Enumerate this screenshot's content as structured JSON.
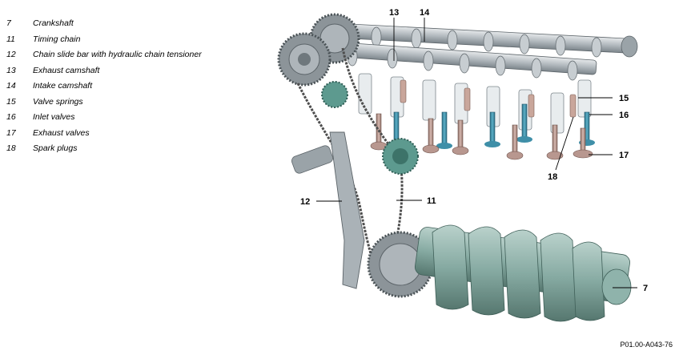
{
  "legend": [
    {
      "num": "7",
      "label": "Crankshaft"
    },
    {
      "num": "11",
      "label": "Timing chain"
    },
    {
      "num": "12",
      "label": "Chain slide bar with hydraulic chain tensioner"
    },
    {
      "num": "13",
      "label": "Exhaust camshaft"
    },
    {
      "num": "14",
      "label": "Intake camshaft"
    },
    {
      "num": "15",
      "label": "Valve springs"
    },
    {
      "num": "16",
      "label": "Inlet valves"
    },
    {
      "num": "17",
      "label": "Exhaust valves"
    },
    {
      "num": "18",
      "label": "Spark plugs"
    }
  ],
  "callouts": {
    "c13": "13",
    "c14": "14",
    "c15": "15",
    "c16": "16",
    "c17": "17",
    "c18": "18",
    "c12": "12",
    "c11": "11",
    "c7": "7"
  },
  "figure_ref": "P01.00-A043-76",
  "colors": {
    "metal": "#9aa3a8",
    "crank": "#7fa79f",
    "valve_blue": "#3f8fa8",
    "valve_brown": "#b8978f",
    "chain": "#5a5a5a"
  }
}
